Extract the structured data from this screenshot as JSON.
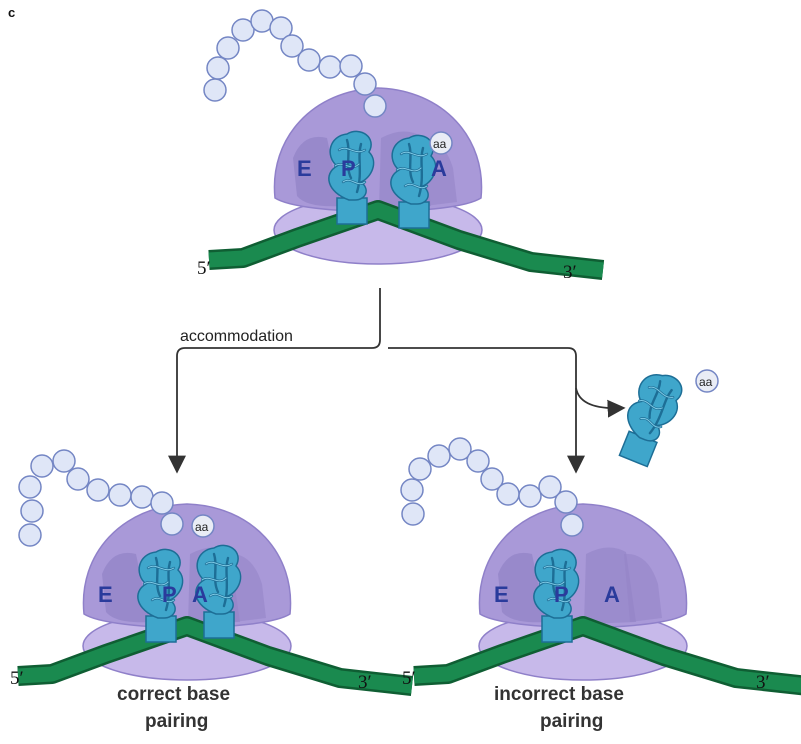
{
  "panel_label": "c",
  "colors": {
    "ribosome_large": "#a999d8",
    "ribosome_small": "#c7b9ea",
    "ribosome_inner": "#9384c7",
    "mrna": "#1a8a4f",
    "trna": "#3fa6cb",
    "trna_dark": "#1d6e96",
    "bead": "#dfe6f7",
    "bead_stroke": "#7486c4"
  },
  "icons": {
    "arrow": "arrow-down-icon"
  },
  "top": {
    "site_e": "E",
    "site_p": "P",
    "site_a": "A",
    "aa": "aa",
    "five_prime": "5′",
    "three_prime": "3′"
  },
  "process_label": "accommodation",
  "rejected_trna": {
    "aa": "aa"
  },
  "left": {
    "site_e": "E",
    "site_p": "P",
    "site_a": "A",
    "aa": "aa",
    "five_prime": "5′",
    "three_prime": "3′",
    "caption_line1": "correct base",
    "caption_line2": "pairing"
  },
  "right": {
    "site_e": "E",
    "site_p": "P",
    "site_a": "A",
    "five_prime": "5′",
    "three_prime": "3′",
    "caption_line1": "incorrect base",
    "caption_line2": "pairing"
  }
}
